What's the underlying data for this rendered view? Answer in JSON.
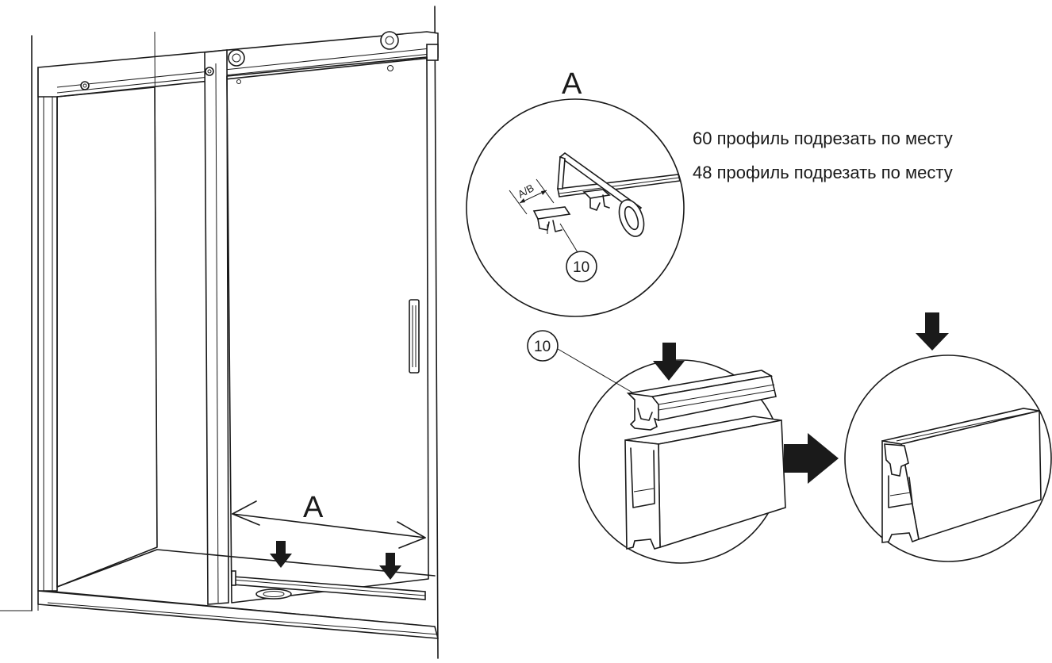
{
  "labels": {
    "detail_a": "A",
    "dimension_a": "A",
    "ab_dimension": "A/B",
    "part_number_1": "10",
    "part_number_2": "10"
  },
  "notes": [
    "60 профиль подрезать по месту",
    "48 профиль подрезать по месту"
  ],
  "colors": {
    "line": "#1a1a1a",
    "background": "#ffffff"
  }
}
